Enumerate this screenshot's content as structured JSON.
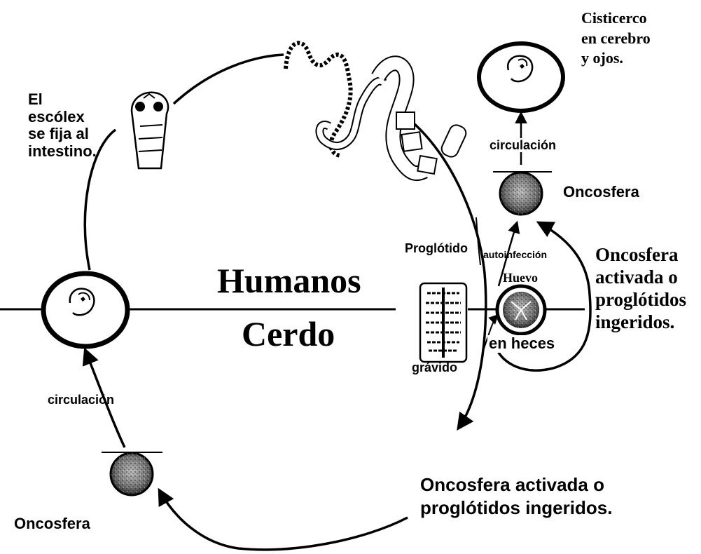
{
  "labels": {
    "escolex": [
      "El",
      "escólex",
      "se fija al",
      "intestino."
    ],
    "cisticerco_cerebro": [
      "Cisticerco",
      "en cerebro",
      "y ojos."
    ],
    "circulacion_right": "circulación",
    "oncosfera_right": "Oncosfera",
    "oncosfera_activada_right": [
      "Oncosfera",
      "activada o",
      "proglótidos",
      "ingeridos."
    ],
    "humanos": "Humanos",
    "cerdo": "Cerdo",
    "proglotido": "Proglótido",
    "gravido": "grávido",
    "autoinfeccion": "autoinfección",
    "huevo": "Huevo",
    "en_heces": "en heces",
    "circulacion_left": "circulación",
    "oncosfera_left": "Oncosfera",
    "oncosfera_activada_bottom": [
      "Oncosfera activada o",
      "proglótidos ingeridos."
    ]
  },
  "icons": [
    "scolex-icon",
    "tapeworm-icon",
    "cysticercus-icon",
    "oncosphere-icon",
    "proglottid-icon",
    "egg-icon",
    "arrow-icon"
  ],
  "colors": {
    "ink": "#000000",
    "background": "#ffffff"
  }
}
